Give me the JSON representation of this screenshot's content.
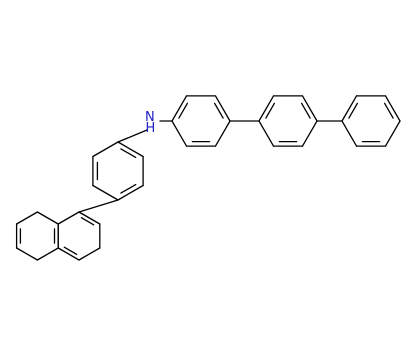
{
  "structure": {
    "atom_labels": [
      {
        "id": "nitrogen-label",
        "text": "N"
      },
      {
        "id": "hydrogen-label",
        "text": "H"
      }
    ],
    "colors": {
      "bond": "#000000",
      "heteroatom": "#1f1fc8"
    }
  }
}
